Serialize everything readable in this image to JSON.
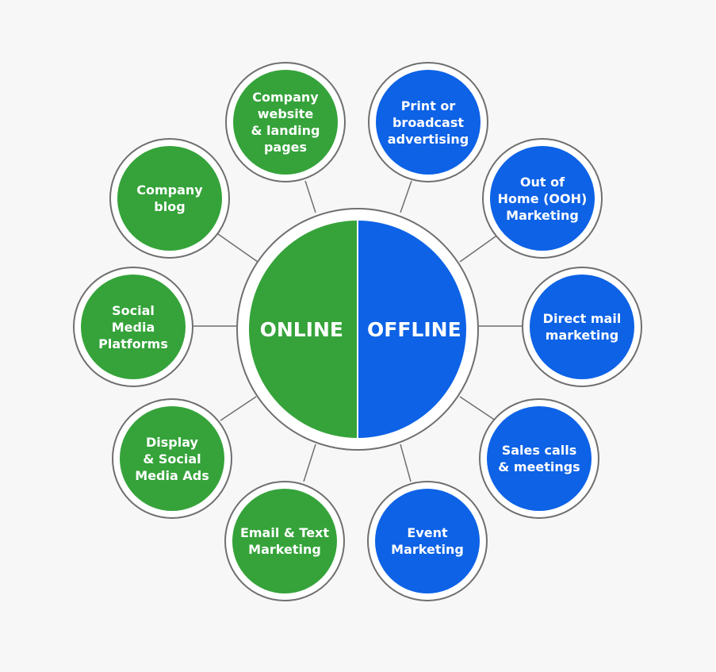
{
  "colors": {
    "online": "#35a33a",
    "offline": "#0d62e6",
    "connector": "#6f6f6f",
    "ring": "#ffffff"
  },
  "hub": {
    "left_label": "ONLINE",
    "right_label": "OFFLINE"
  },
  "online_channels": [
    {
      "id": "company-website",
      "label": "Company\nwebsite\n& landing\npages"
    },
    {
      "id": "company-blog",
      "label": "Company\nblog"
    },
    {
      "id": "social-media-platforms",
      "label": "Social\nMedia\nPlatforms"
    },
    {
      "id": "display-social-ads",
      "label": "Display\n& Social\nMedia Ads"
    },
    {
      "id": "email-text-marketing",
      "label": "Email & Text\nMarketing"
    }
  ],
  "offline_channels": [
    {
      "id": "print-broadcast",
      "label": "Print or\nbroadcast\nadvertising"
    },
    {
      "id": "ooh-marketing",
      "label": "Out of\nHome (OOH)\nMarketing"
    },
    {
      "id": "direct-mail",
      "label": "Direct mail\nmarketing"
    },
    {
      "id": "sales-calls",
      "label": "Sales calls\n& meetings"
    },
    {
      "id": "event-marketing",
      "label": "Event\nMarketing"
    }
  ]
}
